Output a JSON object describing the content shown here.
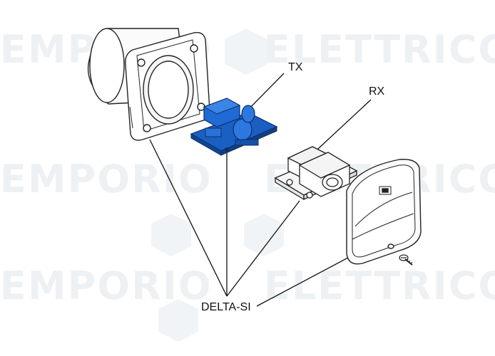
{
  "watermark": {
    "brand_left": "EMPORIO",
    "brand_right": "ELETTRICO"
  },
  "labels": {
    "tx": "TX",
    "rx": "RX",
    "model": "DELTA-SI"
  },
  "colors": {
    "pcb_tx": "#1a5fc2",
    "outline": "#222222",
    "watermark": "#eef1f4",
    "background": "#ffffff"
  },
  "icons": [
    "photocell-housing",
    "tx-circuit-board",
    "rx-circuit-board",
    "cover",
    "screw"
  ]
}
